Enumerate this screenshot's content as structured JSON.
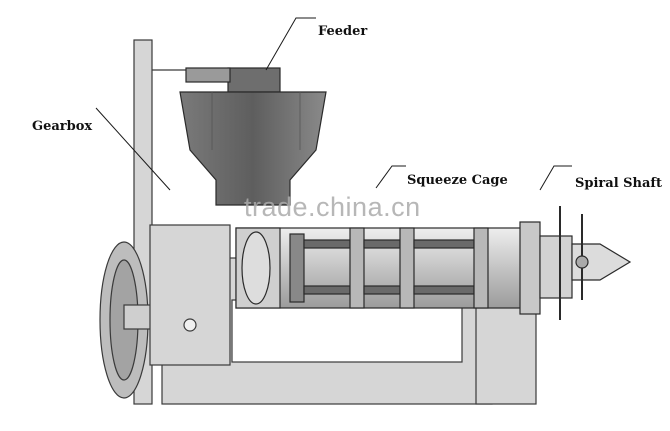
{
  "labels": {
    "feeder": "Feeder",
    "gearbox": "Gearbox",
    "squeeze_cage": "Squeeze Cage",
    "spiral_shaft": "Spiral Shaft"
  },
  "watermark": "trade.china.cn",
  "colors": {
    "body": "#d6d6d6",
    "body_dark": "#a8a8a8",
    "outline": "#3a3a3a",
    "hopper": "#6e6e6e",
    "hopper_dark": "#4a4a4a",
    "line": "#1a1a1a"
  }
}
